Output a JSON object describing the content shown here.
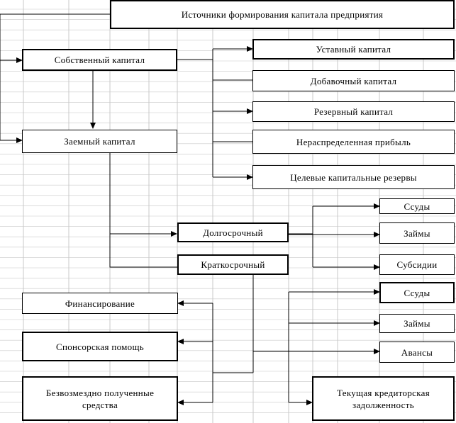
{
  "nodes": {
    "root": "Источники формирования капитала предприятия",
    "own": "Собственный капитал",
    "borrowed": "Заемный капитал",
    "charter": "Уставный капитал",
    "additional": "Добавочный капитал",
    "reserve": "Резервный капитал",
    "retained": "Нераспределенная прибыль",
    "target_reserves": "Целевые капитальные резервы",
    "long_term": "Долгосрочный",
    "short_term": "Краткосрочный",
    "lt_loans": "Ссуды",
    "lt_borrowings": "Займы",
    "subsidies": "Субсидии",
    "st_loans": "Ссуды",
    "st_borrowings": "Займы",
    "advances": "Авансы",
    "financing": "Финансирование",
    "sponsorship": "Спонсорская помощь",
    "gratuitous": "Безвозмездно полученные средства",
    "payables": "Текущая кредиторская задолженность"
  },
  "colors": {
    "line": "#000000",
    "grid": "#c8c8c8",
    "background": "#ffffff"
  }
}
